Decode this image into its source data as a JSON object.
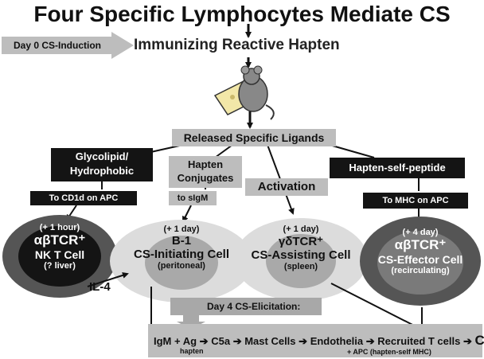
{
  "title": "Four Specific Lymphocytes Mediate CS",
  "induction": {
    "label": "Day 0  CS-Induction",
    "heading": "Immunizing Reactive Hapten"
  },
  "released": "Released Specific Ligands",
  "ligands": {
    "glycolipid": [
      "Glycolipid/",
      "Hydrophobic"
    ],
    "hapten_conjugates": [
      "Hapten",
      "Conjugates"
    ],
    "activation": "Activation",
    "hapten_self_peptide": "Hapten-self-peptide"
  },
  "targets": {
    "cd1d": "To CD1d on APC",
    "sigm": "to sIgM",
    "mhc": "To MHC on APC"
  },
  "cells": {
    "nkt": {
      "time": "(+ 1 hour)",
      "name1": "αβTCR⁺",
      "name2": "NK T Cell",
      "site": "(? liver)"
    },
    "b1": {
      "time": "(+ 1 day)",
      "name1": "B-1",
      "name2": "CS-Initiating Cell",
      "site": "(peritoneal)"
    },
    "gd": {
      "time": "(+ 1 day)",
      "name1": "γδTCR⁺",
      "name2": "CS-Assisting Cell",
      "site": "(spleen)"
    },
    "effector": {
      "time": "(+ 4 day)",
      "name1": "αβTCR⁺",
      "name2": "CS-Effector Cell",
      "site": "(recirculating)"
    }
  },
  "il4": "IL-4",
  "elicitation": "Day 4  CS-Elicitation:",
  "chain": {
    "igm": "IgM + Ag",
    "hapten": "hapten",
    "c5a": "C5a",
    "mast": "Mast Cells",
    "endo": "Endothelia",
    "recruited": "Recruited T cells",
    "cs": "CS",
    "apc": "+ APC (hapten-self MHC)"
  },
  "colors": {
    "grey": "#bdbdbd",
    "black": "#141414",
    "ellipse_light": "#dcdcdc",
    "ellipse_dark": "#555555"
  }
}
